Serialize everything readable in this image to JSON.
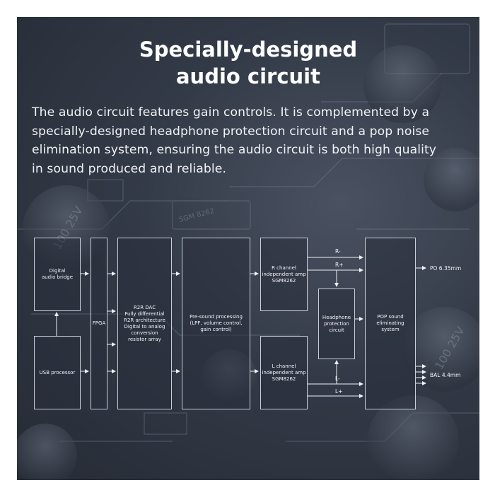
{
  "header": {
    "title_line1": "Specially-designed",
    "title_line2": "audio circuit"
  },
  "description": {
    "line1": "The audio circuit features gain controls. It is complemented by a",
    "line2": "specially-designed headphone protection circuit and a pop noise",
    "line3": "elimination system, ensuring the audio circuit is both high quality",
    "line4": "in sound produced and reliable."
  },
  "diagram": {
    "digital_bridge": "Digital\naudio bridge",
    "usb": "USB processor",
    "fpga": "FPGA",
    "dac": "R2R DAC\nFully differential\nR2R architecture\nDigital to analog\nconversion\nresistor array",
    "presound": "Pre-sound processing\n(LPF, volume control,\ngain control)",
    "r_amp": "R channel\nindependent amp\nSGM8262",
    "l_amp": "L channel\nindependent amp\nSGM8262",
    "hp_protect": "Headphone\nprotection circuit",
    "pop": "POP sound\neliminating\nsystem",
    "sig_r_minus": "R-",
    "sig_r_plus": "R+",
    "sig_l_minus": "L-",
    "sig_l_plus": "L+",
    "out_po": "PO 6.35mm",
    "out_bal": "BAL 4.4mm"
  },
  "pcb_marks": {
    "cap_a": "100\n25V",
    "chip": "SGM\n8262",
    "cap_b": "100\n25V"
  },
  "colors": {
    "panel_bg": "#333a47",
    "text": "#ffffff",
    "line": "#e6ebf5"
  }
}
